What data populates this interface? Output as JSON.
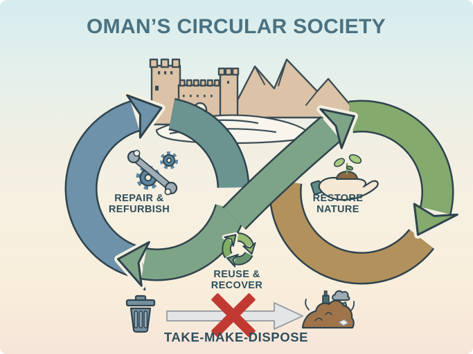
{
  "title": "OMAN’S CIRCULAR SOCIETY",
  "labels": {
    "repair_line1": "REPAIR &",
    "repair_line2": "REFURBISH",
    "restore_line1": "RESTORE",
    "restore_line2": "NATURE",
    "reuse_line1": "REUSE &",
    "reuse_line2": "RECOVER",
    "dispose": "TAKE-MAKE-DISPOSE"
  },
  "icons": {
    "repair": "gear-wrench-icon",
    "restore": "hand-seedling-icon",
    "reuse": "recycle-arrows-icon",
    "landmark": "fort-illustration",
    "trash": "trash-can-icon",
    "flow": "gray-right-arrow-icon",
    "prohibited": "red-x-icon",
    "landfill": "waste-pile-icon"
  },
  "palette": {
    "background_stops": [
      "#d6ecee",
      "#e4f0ec",
      "#f2efe2",
      "#f6f0e1",
      "#f9eedb",
      "#f6e5d9"
    ],
    "title_color": "#4b7181",
    "label_color": "#2e4e5b",
    "outline": "#2f434d",
    "blue_arrow": "#6d92a9",
    "teal_arrow": "#6b9491",
    "sage_arrow": "#7ea487",
    "olive_arrow": "#85aa6e",
    "gold_arrow": "#b3915c",
    "fort_fill": "#dcc3a7",
    "fort_outline": "#3c4c54",
    "water_fill": "#f8f6ec",
    "gate_fill": "#f4f1e4",
    "gear_blue": "#5d87a1",
    "wrench_gray": "#9fadb6",
    "hand_fill": "#f5e8d4",
    "sleeve_teal": "#5f8d86",
    "soil_brown": "#8b6842",
    "leaf_light": "#a8cc82",
    "leaf_dark": "#6f9f58",
    "recycle_green_top": "#97bc72",
    "recycle_green_right": "#67946f",
    "recycle_green_left": "#7fae66",
    "trash_fill": "#7590a0",
    "trash_slat": "#8ea6b4",
    "gray_arrow_fill": "#e4e5e6",
    "gray_arrow_outline": "#9aa0a5",
    "red_x": "#c13a32",
    "waste_brown": "#a0744a",
    "bottle_teal": "#4d6b6e",
    "panel_green": "#7ea180",
    "paper_white": "#f1eee4",
    "cloud_gray": "#9fabb2",
    "cream_gap": "#f3f0e2"
  }
}
